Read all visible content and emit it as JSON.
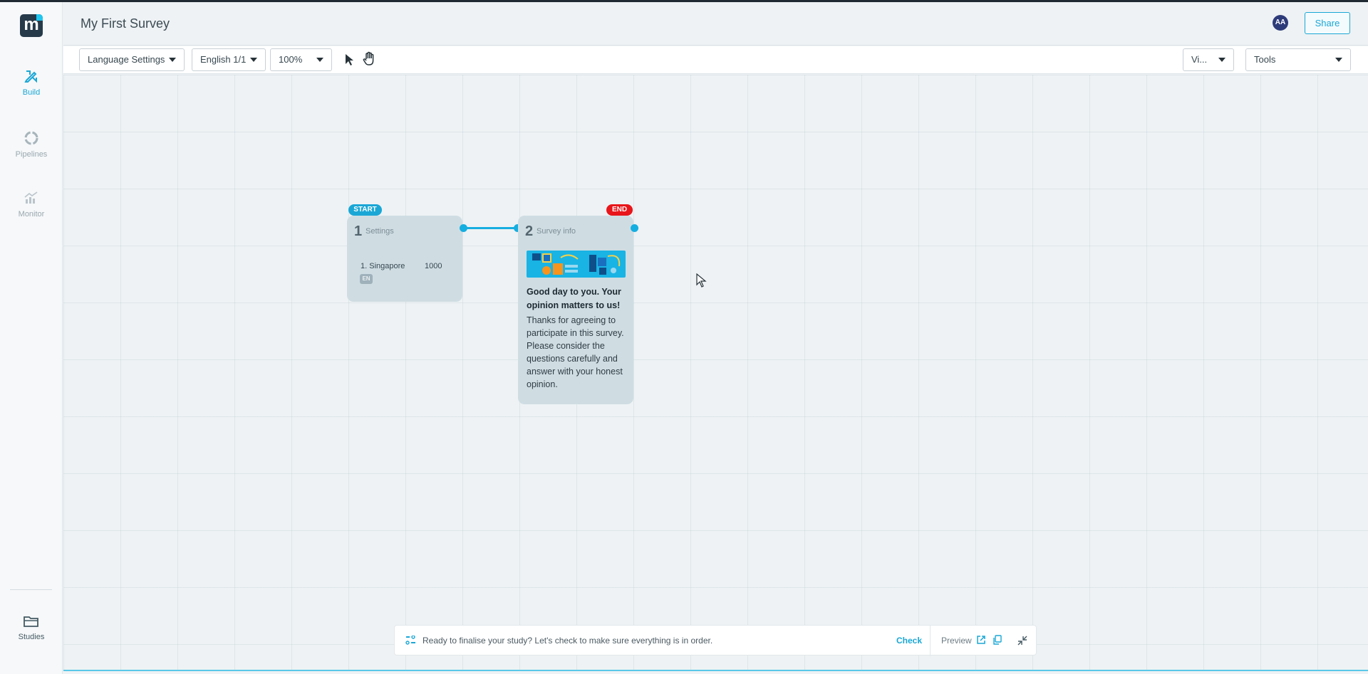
{
  "app": {
    "logo_letter": "m",
    "survey_title": "My First Survey",
    "user_initials": "AA",
    "share_label": "Share"
  },
  "sidebar": {
    "items": [
      {
        "label": "Build",
        "icon": "pencil-ruler-icon",
        "active": true
      },
      {
        "label": "Pipelines",
        "icon": "circle-segments-icon",
        "active": false
      },
      {
        "label": "Monitor",
        "icon": "chart-icon",
        "active": false
      }
    ],
    "bottom_item": {
      "label": "Studies",
      "icon": "folder-icon"
    }
  },
  "toolbar": {
    "language_settings": "Language Settings",
    "language": "English 1/1",
    "zoom": "100%",
    "view": "Vi...",
    "tools": "Tools"
  },
  "nodes": {
    "settings": {
      "badge": "START",
      "number": "1",
      "title": "Settings",
      "row_label": "1. Singapore",
      "row_value": "1000",
      "lang_tag": "EN"
    },
    "survey_info": {
      "badge": "END",
      "number": "2",
      "title": "Survey info",
      "heading": "Good day to you. Your opinion matters to us!",
      "body": "Thanks for agreeing to participate in this survey. Please consider the questions carefully and answer with your honest opinion."
    }
  },
  "check_bar": {
    "message": "Ready to finalise your study? Let's check to make sure everything is in order.",
    "check_label": "Check",
    "preview_label": "Preview"
  },
  "colors": {
    "accent": "#1aa7d6",
    "start_badge": "#1aa7d6",
    "end_badge": "#e8161a",
    "node_bg": "#cfdde3"
  }
}
